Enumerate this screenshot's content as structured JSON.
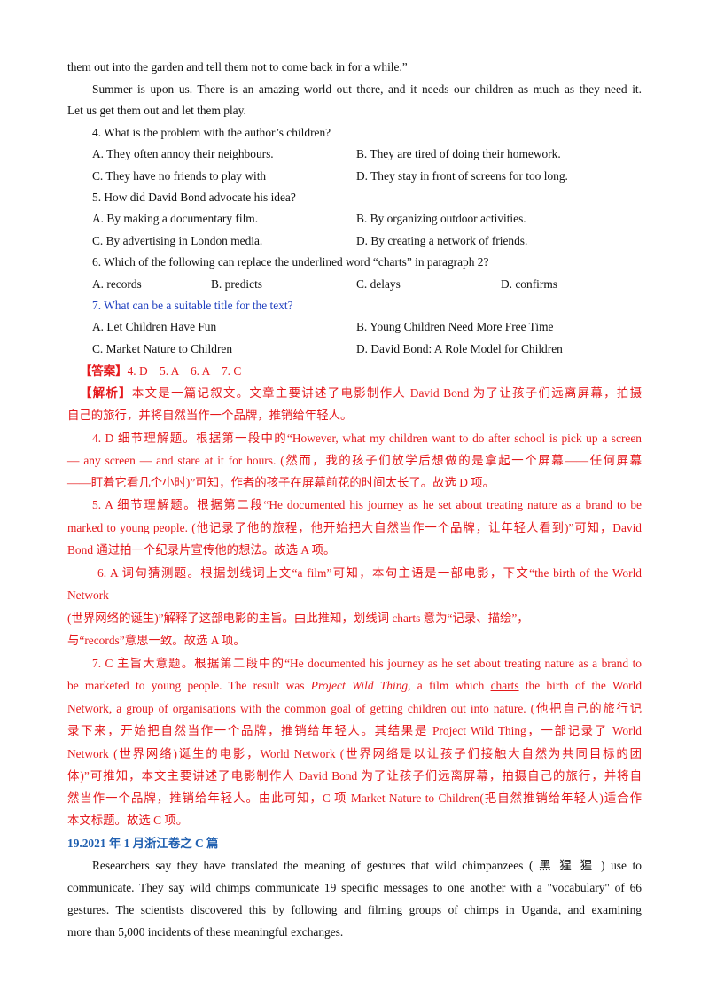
{
  "passage_end": {
    "line0": "them out into the garden and tell them not to come back in for a while.”",
    "para_l1": "Summer is upon us. There is an amazing world out there, and it needs our children as much as they need it.",
    "para_l2": "Let us get them out and let them play."
  },
  "questions": [
    {
      "stem": "4. What is the problem with the author’s children?",
      "options": [
        "A. They often annoy their neighbours.",
        "B. They are tired of doing their homework.",
        "C. They have no friends to play with",
        "D. They stay in front of screens for too long."
      ]
    },
    {
      "stem": "5. How did David Bond advocate his idea?",
      "options": [
        "A. By making a documentary film.",
        "B. By organizing outdoor activities.",
        "C. By advertising in London media.",
        "D. By creating a network of friends."
      ]
    },
    {
      "stem": "6. Which of the following can replace the underlined word “charts” in paragraph 2?",
      "options": [
        "A. records",
        "B. predicts",
        "C. delays",
        "D. confirms"
      ]
    },
    {
      "stem": "7. What can be a suitable title for the text?",
      "options": [
        "A. Let Children Have Fun",
        "B. Young Children Need More Free Time",
        "C. Market Nature to Children",
        "D. David Bond: A Role Model for Children"
      ]
    }
  ],
  "answer": {
    "label": "【答案】",
    "values": "4. D    5. A    6. A    7. C"
  },
  "analysis": {
    "label": "【解析】",
    "intro_l1": "本文是一篇记叙文。文章主要讲述了电影制作人 David Bond 为了让孩子们远离屏幕，拍摄",
    "intro_l2": "自己的旅行，并将自然当作一个品牌，推销给年轻人。",
    "q4_l1": "4. D 细节理解题。根据第一段中的“However, what my children want to do after school is pick up a screen",
    "q4_l2": "— any screen — and stare at it for hours. (然而，我的孩子们放学后想做的是拿起一个屏幕——任何屏幕",
    "q4_l3": "——盯着它看几个小时)”可知，作者的孩子在屏幕前花的时间太长了。故选 D 项。",
    "q5_l1": "5. A 细节理解题。根据第二段“He documented his journey as he set about treating nature as a brand to be",
    "q5_l2": "marked to young people. (他记录了他的旅程，他开始把大自然当作一个品牌，让年轻人看到)”可知，David",
    "q5_l3": "Bond 通过拍一个纪录片宣传他的想法。故选 A 项。",
    "q6_l1": "6. A 词句猜测题。根据划线词上文“a film”可知，本句主语是一部电影，下文“the birth of the World",
    "q6_l2": "Network",
    "q6_l3": "(世界网络的诞生)”解释了这部电影的主旨。由此推知，划线词 charts 意为“记录、描绘”，",
    "q6_l4": "与“records”意思一致。故选 A 项。",
    "q7_l1": "7. C 主旨大意题。根据第二段中的“He documented his journey as he set about treating nature as a brand to",
    "q7_l2a": "be marketed to young people. The result was ",
    "q7_l2b": "Project Wild Thing,",
    "q7_l2c": " a film which ",
    "q7_l2d": "charts",
    "q7_l2e": " the birth of the World",
    "q7_l3": "Network, a group of organisations with the common goal of getting children out into nature. (他把自己的旅行记",
    "q7_l4": "录下来，开始把自然当作一个品牌，推销给年轻人。其结果是 Project Wild Thing，一部记录了 World",
    "q7_l5": "Network (世界网络)诞生的电影，World Network (世界网络是以让孩子们接触大自然为共同目标的团",
    "q7_l6": "体)”可推知，本文主要讲述了电影制作人 David Bond 为了让孩子们远离屏幕，拍摄自己的旅行，并将自",
    "q7_l7": "然当作一个品牌，推销给年轻人。由此可知，C 项 Market Nature to Children(把自然推销给年轻人)适合作",
    "q7_l8": "本文标题。故选 C 项。"
  },
  "next_section": {
    "heading": "19.2021 年 1 月浙江卷之 C 篇",
    "p_l1": "Researchers say they have translated the meaning of gestures that wild chimpanzees ( 黑 猩 猩 ) use to",
    "p_l2": "communicate. They say wild chimps communicate 19 specific messages to one another with a \"vocabulary\" of 66",
    "p_l3": "gestures. The scientists discovered this by following and filming groups of chimps in Uganda, and examining",
    "p_l4": "more than 5,000 incidents of these meaningful exchanges."
  },
  "colors": {
    "analysis_red": "#e5191c",
    "question7_blue": "#1f3fbf",
    "heading_blue": "#1f5fb0"
  }
}
